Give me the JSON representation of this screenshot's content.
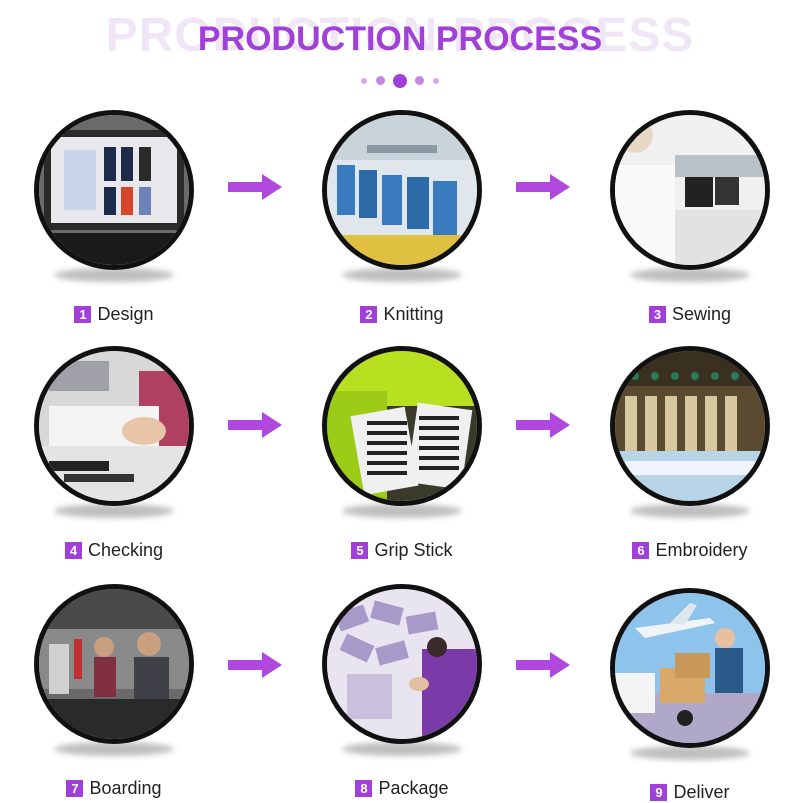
{
  "header": {
    "title": "PRODUCTION PROCESS",
    "ghost_title": "PRODUCTION PROCESS"
  },
  "colors": {
    "accent": "#a040d8",
    "ghost": "#f1e6f5",
    "ring": "#111111"
  },
  "steps": [
    {
      "number": "1",
      "label": "Design",
      "icon": "design-photo"
    },
    {
      "number": "2",
      "label": "Knitting",
      "icon": "knitting-photo"
    },
    {
      "number": "3",
      "label": "Sewing",
      "icon": "sewing-photo"
    },
    {
      "number": "4",
      "label": "Checking",
      "icon": "checking-photo"
    },
    {
      "number": "5",
      "label": "Grip Stick",
      "icon": "grip-stick-photo"
    },
    {
      "number": "6",
      "label": "Embroidery",
      "icon": "embroidery-photo"
    },
    {
      "number": "7",
      "label": "Boarding",
      "icon": "boarding-photo"
    },
    {
      "number": "8",
      "label": "Package",
      "icon": "package-photo"
    },
    {
      "number": "9",
      "label": "Deliver",
      "icon": "deliver-photo"
    }
  ]
}
